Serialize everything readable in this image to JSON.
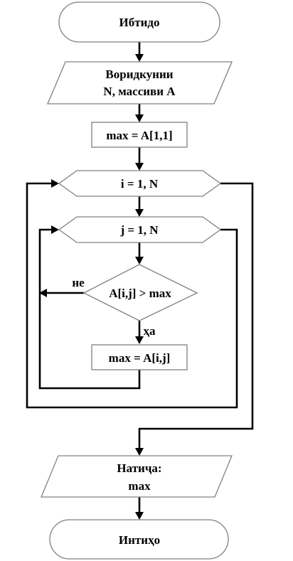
{
  "flowchart": {
    "start": "Ибтидо",
    "input_line1": "Воридкунии",
    "input_line2": "N, массиви A",
    "init_max": "max = A[1,1]",
    "loop_i": "i = 1, N",
    "loop_j": "j = 1, N",
    "condition": "A[i,j] > max",
    "no_label": "не",
    "yes_label": "ҳа",
    "assign_max": "max = A[i,j]",
    "output_line1": "Натиҷа:",
    "output_line2": "max",
    "end": "Интиҳо"
  }
}
